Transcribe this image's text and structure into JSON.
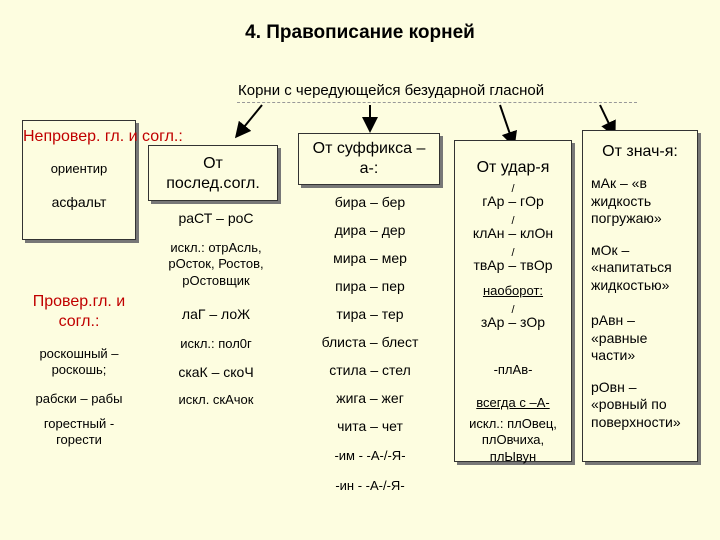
{
  "title": "4. Правописание корней",
  "subtitle": "Корни с чередующейся безударной гласной",
  "left": {
    "unverified_heading": "Непровер. гл. и согл.:",
    "unverified_examples": [
      "ориентир",
      "асфальт"
    ],
    "verified_heading": "Провер.гл. и согл.:",
    "verified_examples": [
      "роскошный – роскошь;",
      "рабски – рабы",
      "горестный - горести"
    ]
  },
  "col_last_consonant": {
    "heading": "От послед.согл.",
    "items": [
      "раСТ – роС",
      "искл.: отрАсль, рОсток, Ростов, рОстовщик",
      "лаГ – лоЖ",
      "искл.: пол0г",
      "скаК – скоЧ",
      "искл. скАчок"
    ]
  },
  "col_suffix": {
    "heading": "От суффикса – а-:",
    "items": [
      "бира – бер",
      "дира – дер",
      "мира – мер",
      "пира – пер",
      "тира – тер",
      "блиста – блест",
      "стила – стел",
      "жига – жег",
      "чита – чет",
      "-им - -А-/-Я-",
      "-ин - -А-/-Я-"
    ]
  },
  "col_stress": {
    "heading": "От удар-я",
    "items": [
      "гАр – гОр",
      "клАн – клОн",
      "твАр – твОр"
    ],
    "reverse_label": "наоборот:",
    "reverse_item": "зАр – зОр",
    "pla_label": "-плАв-",
    "always_label": "всегда с –А-",
    "exception": "искл.: плОвец, плОвчиха, плЫвун"
  },
  "col_meaning": {
    "heading": "От знач-я:",
    "items": [
      "мАк – «в жидкость погружаю»",
      "мОк – «напитаться жидкостью»",
      "рАвн – «равные части»",
      "рОвн – «ровный по поверхности»"
    ]
  },
  "colors": {
    "background": "#fdfde0",
    "highlight": "#c00000"
  }
}
